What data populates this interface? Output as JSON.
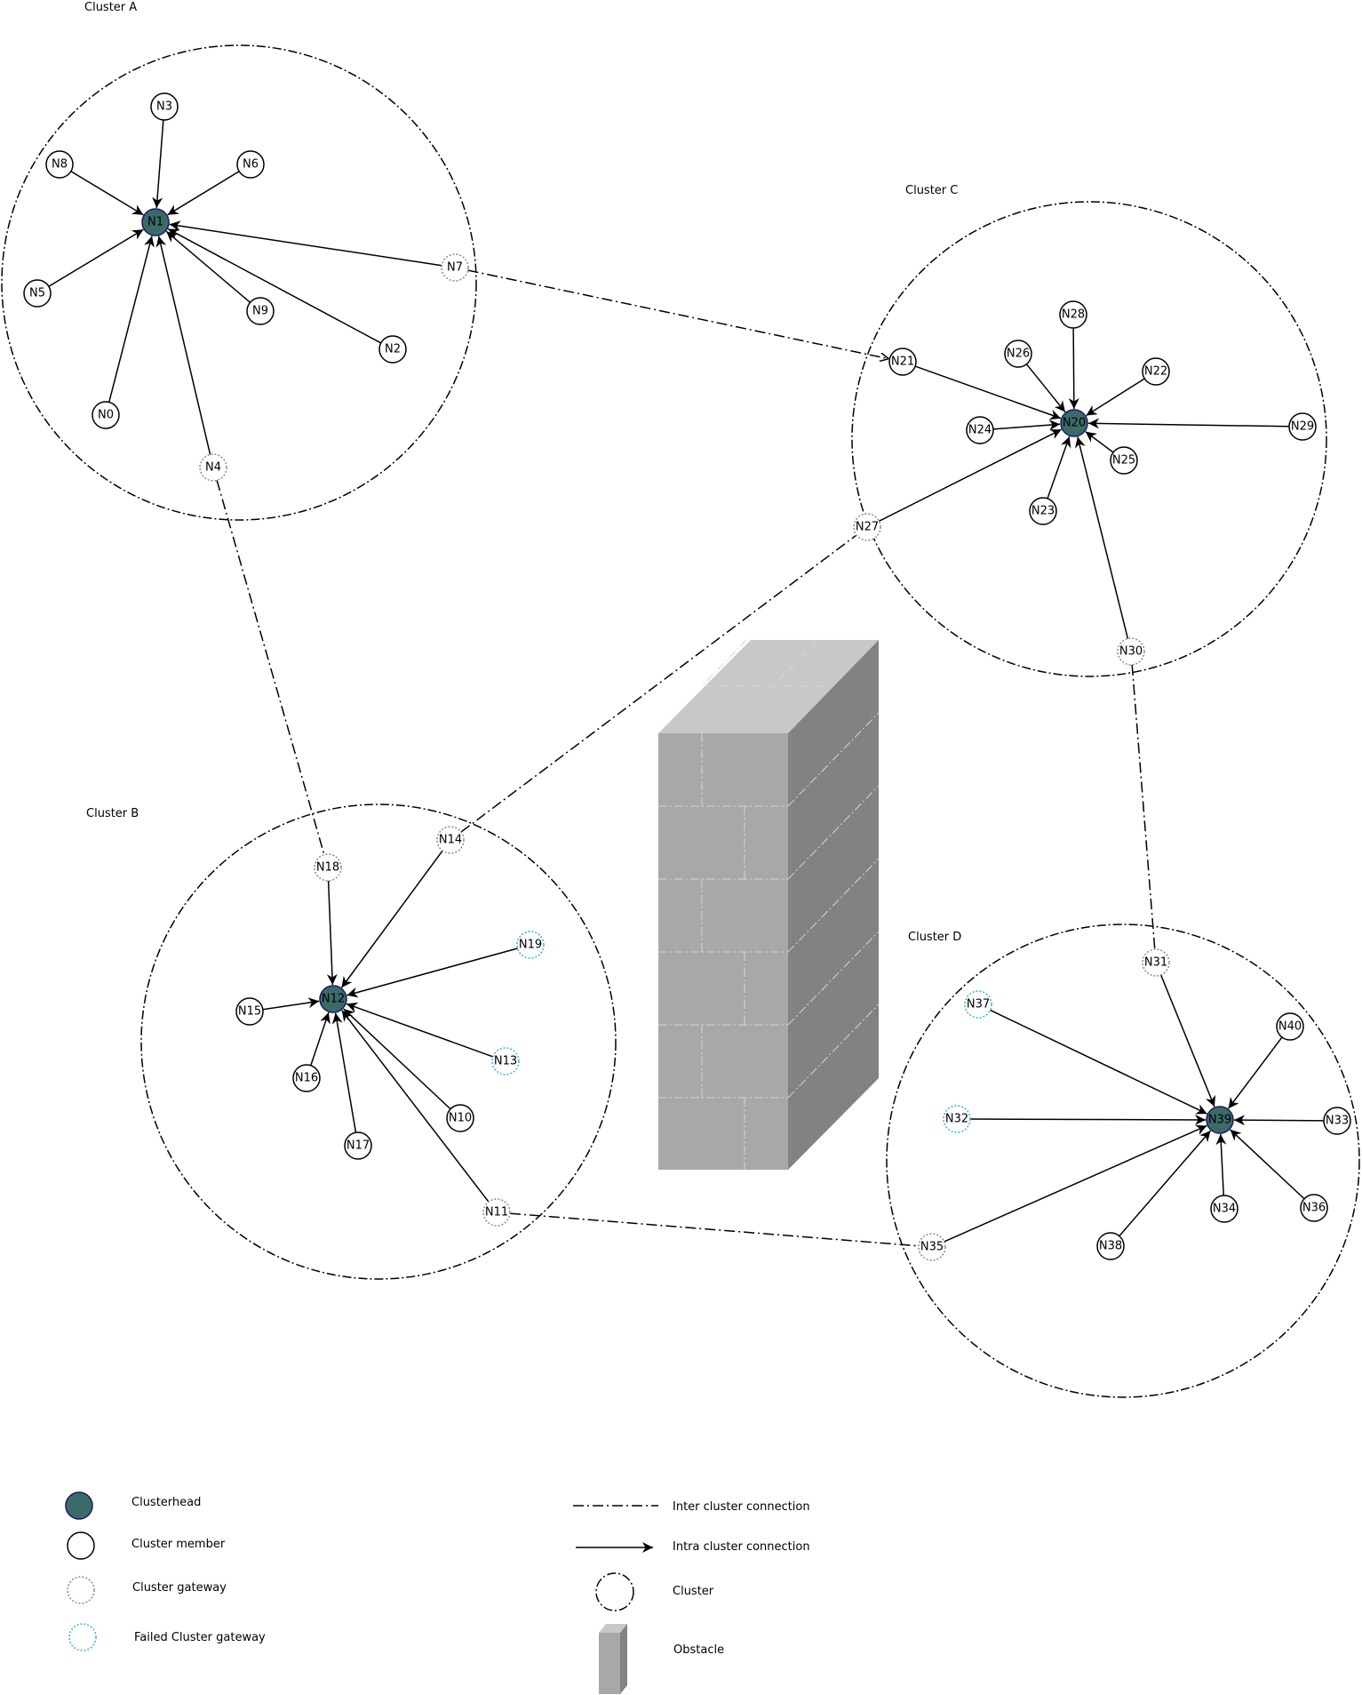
{
  "colors": {
    "clusterhead_fill": "#3b6b68",
    "member_stroke": "#000000",
    "gateway_stroke": "#8a8a8a",
    "failed_gateway_stroke": "#30b8c8",
    "obstacle_front": "#a8a8a8",
    "obstacle_side": "#828282",
    "obstacle_top": "#c8c8c8"
  },
  "clusters": [
    {
      "id": "A",
      "label": "Cluster A"
    },
    {
      "id": "B",
      "label": "Cluster B"
    },
    {
      "id": "C",
      "label": "Cluster C"
    },
    {
      "id": "D",
      "label": "Cluster D"
    }
  ],
  "nodes": [
    {
      "id": "N1",
      "label": "N1",
      "role": "clusterhead",
      "cluster": "A"
    },
    {
      "id": "N3",
      "label": "N3",
      "role": "member",
      "cluster": "A"
    },
    {
      "id": "N8",
      "label": "N8",
      "role": "member",
      "cluster": "A"
    },
    {
      "id": "N6",
      "label": "N6",
      "role": "member",
      "cluster": "A"
    },
    {
      "id": "N5",
      "label": "N5",
      "role": "member",
      "cluster": "A"
    },
    {
      "id": "N9",
      "label": "N9",
      "role": "member",
      "cluster": "A"
    },
    {
      "id": "N2",
      "label": "N2",
      "role": "member",
      "cluster": "A"
    },
    {
      "id": "N0",
      "label": "N0",
      "role": "member",
      "cluster": "A"
    },
    {
      "id": "N7",
      "label": "N7",
      "role": "gateway",
      "cluster": "A"
    },
    {
      "id": "N4",
      "label": "N4",
      "role": "gateway",
      "cluster": "A"
    },
    {
      "id": "N20",
      "label": "N20",
      "role": "clusterhead",
      "cluster": "C"
    },
    {
      "id": "N28",
      "label": "N28",
      "role": "member",
      "cluster": "C"
    },
    {
      "id": "N26",
      "label": "N26",
      "role": "member",
      "cluster": "C"
    },
    {
      "id": "N22",
      "label": "N22",
      "role": "member",
      "cluster": "C"
    },
    {
      "id": "N21",
      "label": "N21",
      "role": "member",
      "cluster": "C"
    },
    {
      "id": "N24",
      "label": "N24",
      "role": "member",
      "cluster": "C"
    },
    {
      "id": "N25",
      "label": "N25",
      "role": "member",
      "cluster": "C"
    },
    {
      "id": "N29",
      "label": "N29",
      "role": "member",
      "cluster": "C"
    },
    {
      "id": "N23",
      "label": "N23",
      "role": "member",
      "cluster": "C"
    },
    {
      "id": "N27",
      "label": "N27",
      "role": "gateway",
      "cluster": "C"
    },
    {
      "id": "N30",
      "label": "N30",
      "role": "gateway",
      "cluster": "C"
    },
    {
      "id": "N12",
      "label": "N12",
      "role": "clusterhead",
      "cluster": "B"
    },
    {
      "id": "N18",
      "label": "N18",
      "role": "gateway",
      "cluster": "B"
    },
    {
      "id": "N14",
      "label": "N14",
      "role": "gateway",
      "cluster": "B"
    },
    {
      "id": "N19",
      "label": "N19",
      "role": "failed",
      "cluster": "B"
    },
    {
      "id": "N15",
      "label": "N15",
      "role": "member",
      "cluster": "B"
    },
    {
      "id": "N13",
      "label": "N13",
      "role": "failed",
      "cluster": "B"
    },
    {
      "id": "N16",
      "label": "N16",
      "role": "member",
      "cluster": "B"
    },
    {
      "id": "N10",
      "label": "N10",
      "role": "member",
      "cluster": "B"
    },
    {
      "id": "N17",
      "label": "N17",
      "role": "member",
      "cluster": "B"
    },
    {
      "id": "N11",
      "label": "N11",
      "role": "gateway",
      "cluster": "B"
    },
    {
      "id": "N39",
      "label": "N39",
      "role": "clusterhead",
      "cluster": "D"
    },
    {
      "id": "N31",
      "label": "N31",
      "role": "gateway",
      "cluster": "D"
    },
    {
      "id": "N37",
      "label": "N37",
      "role": "failed",
      "cluster": "D"
    },
    {
      "id": "N40",
      "label": "N40",
      "role": "member",
      "cluster": "D"
    },
    {
      "id": "N32",
      "label": "N32",
      "role": "failed",
      "cluster": "D"
    },
    {
      "id": "N33",
      "label": "N33",
      "role": "member",
      "cluster": "D"
    },
    {
      "id": "N34",
      "label": "N34",
      "role": "member",
      "cluster": "D"
    },
    {
      "id": "N36",
      "label": "N36",
      "role": "member",
      "cluster": "D"
    },
    {
      "id": "N38",
      "label": "N38",
      "role": "member",
      "cluster": "D"
    },
    {
      "id": "N35",
      "label": "N35",
      "role": "gateway",
      "cluster": "D"
    }
  ],
  "intra_edges": [
    [
      "N3",
      "N1"
    ],
    [
      "N8",
      "N1"
    ],
    [
      "N6",
      "N1"
    ],
    [
      "N5",
      "N1"
    ],
    [
      "N9",
      "N1"
    ],
    [
      "N2",
      "N1"
    ],
    [
      "N0",
      "N1"
    ],
    [
      "N7",
      "N1"
    ],
    [
      "N4",
      "N1"
    ],
    [
      "N28",
      "N20"
    ],
    [
      "N26",
      "N20"
    ],
    [
      "N22",
      "N20"
    ],
    [
      "N21",
      "N20"
    ],
    [
      "N24",
      "N20"
    ],
    [
      "N25",
      "N20"
    ],
    [
      "N29",
      "N20"
    ],
    [
      "N23",
      "N20"
    ],
    [
      "N27",
      "N20"
    ],
    [
      "N30",
      "N20"
    ],
    [
      "N18",
      "N12"
    ],
    [
      "N14",
      "N12"
    ],
    [
      "N19",
      "N12"
    ],
    [
      "N15",
      "N12"
    ],
    [
      "N13",
      "N12"
    ],
    [
      "N16",
      "N12"
    ],
    [
      "N10",
      "N12"
    ],
    [
      "N17",
      "N12"
    ],
    [
      "N11",
      "N12"
    ],
    [
      "N31",
      "N39"
    ],
    [
      "N37",
      "N39"
    ],
    [
      "N40",
      "N39"
    ],
    [
      "N32",
      "N39"
    ],
    [
      "N33",
      "N39"
    ],
    [
      "N34",
      "N39"
    ],
    [
      "N36",
      "N39"
    ],
    [
      "N38",
      "N39"
    ],
    [
      "N35",
      "N39"
    ]
  ],
  "inter_edges": [
    [
      "N7",
      "N21"
    ],
    [
      "N4",
      "N18"
    ],
    [
      "N14",
      "N27"
    ],
    [
      "N30",
      "N31"
    ],
    [
      "N11",
      "N35"
    ]
  ],
  "legend": {
    "clusterhead": "Clusterhead",
    "member": "Cluster member",
    "gateway": "Cluster gateway",
    "failed": "Failed Cluster gateway",
    "inter": "Inter cluster connection",
    "intra": "Intra cluster connection",
    "cluster": "Cluster",
    "obstacle": "Obstacle"
  }
}
